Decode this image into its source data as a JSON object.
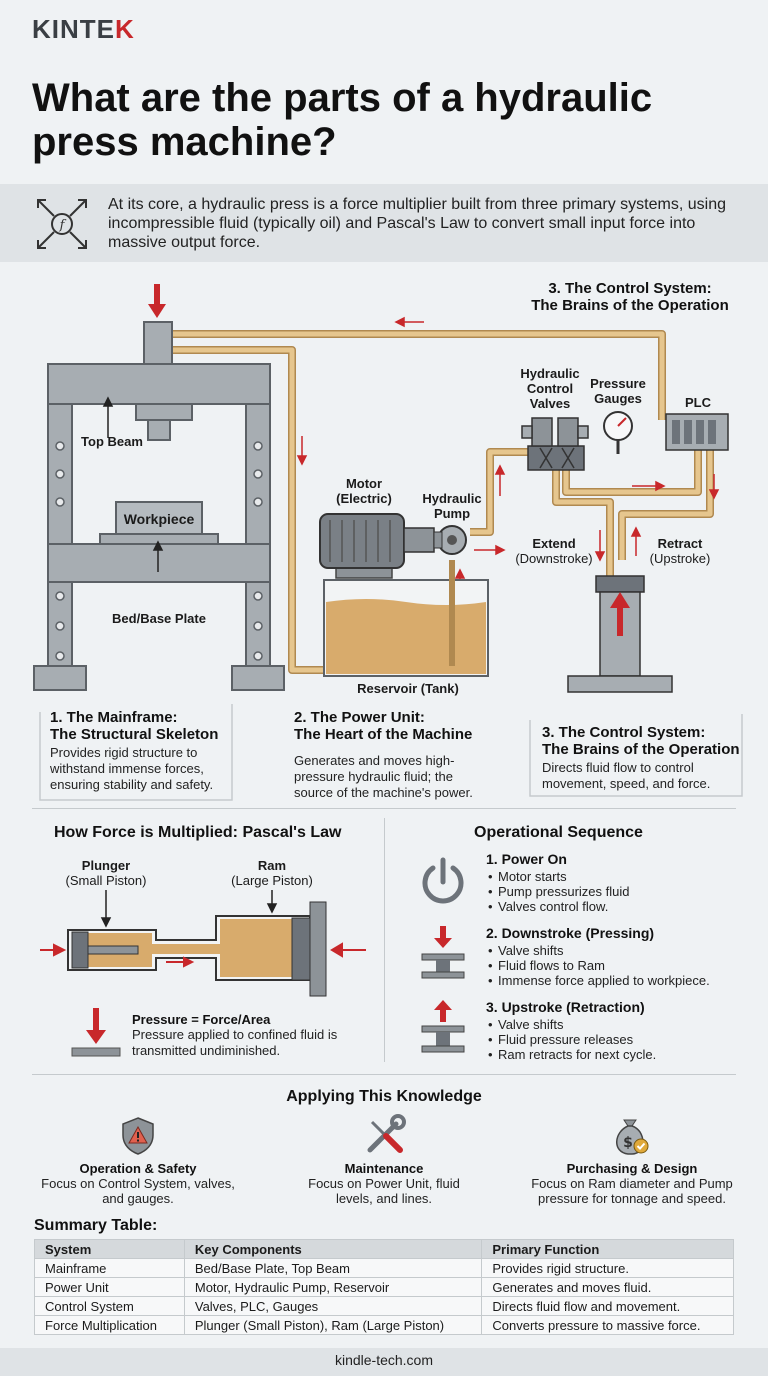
{
  "brand": {
    "logo_main": "KINTE",
    "logo_accent": "K"
  },
  "headline": "What are the parts of a hydraulic press machine?",
  "intro": "At its core, a hydraulic press is a force multiplier built from three primary systems, using incompressible fluid (typically oil) and Pascal's Law to convert small input force into massive output force.",
  "diagram": {
    "top_beam": "Top Beam",
    "workpiece": "Workpiece",
    "bed_base_plate": "Bed/Base Plate",
    "motor": "Motor (Electric)",
    "hydraulic_pump": "Hydraulic Pump",
    "reservoir": "Reservoir (Tank)",
    "hydraulic_control_valves": "Hydraulic Control Valves",
    "pressure_gauges": "Pressure Gauges",
    "plc": "PLC",
    "extend": "Extend",
    "extend_sub": "(Downstroke)",
    "retract": "Retract",
    "retract_sub": "(Upstroke)",
    "control_heading_line1": "3. The Control System:",
    "control_heading_line2": "The Brains of the Operation"
  },
  "sections": [
    {
      "title_line1": "1. The Mainframe:",
      "title_line2": "The Structural Skeleton",
      "desc": "Provides rigid structure to withstand immense forces, ensuring stability and safety."
    },
    {
      "title_line1": "2. The Power Unit:",
      "title_line2": "The Heart of the Machine",
      "desc": "Generates and moves high-pressure hydraulic fluid; the source of the machine's power."
    },
    {
      "title_line1": "3. The Control System:",
      "title_line2": "The Brains of the Operation",
      "desc": "Directs fluid flow to control movement, speed, and force."
    }
  ],
  "pascal": {
    "title": "How Force is Multiplied: Pascal's Law",
    "plunger": "Plunger",
    "plunger_sub": "(Small Piston)",
    "ram": "Ram",
    "ram_sub": "(Large Piston)",
    "formula": "Pressure = Force/Area",
    "formula_desc": "Pressure applied to confined fluid is transmitted undiminished."
  },
  "sequence": {
    "title": "Operational Sequence",
    "steps": [
      {
        "title": "1. Power On",
        "items": [
          "Motor starts",
          "Pump pressurizes fluid",
          "Valves control flow."
        ]
      },
      {
        "title": "2. Downstroke (Pressing)",
        "items": [
          "Valve shifts",
          "Fluid flows to Ram",
          "Immense force applied to workpiece."
        ]
      },
      {
        "title": "3. Upstroke (Retraction)",
        "items": [
          "Valve shifts",
          "Fluid pressure releases",
          "Ram retracts for next cycle."
        ]
      }
    ]
  },
  "applying": {
    "title": "Applying This Knowledge",
    "items": [
      {
        "title": "Operation & Safety",
        "desc": "Focus on Control System, valves, and gauges.",
        "icon": "shield-warning-icon"
      },
      {
        "title": "Maintenance",
        "desc": "Focus on Power Unit, fluid levels, and lines.",
        "icon": "wrench-screwdriver-icon"
      },
      {
        "title": "Purchasing & Design",
        "desc": "Focus on Ram diameter and Pump pressure for tonnage and speed.",
        "icon": "money-bag-icon"
      }
    ]
  },
  "summary": {
    "title": "Summary Table:",
    "headers": [
      "System",
      "Key Components",
      "Primary Function"
    ],
    "rows": [
      [
        "Mainframe",
        "Bed/Base Plate, Top Beam",
        "Provides rigid structure."
      ],
      [
        "Power Unit",
        "Motor, Hydraulic Pump, Reservoir",
        "Generates and moves fluid."
      ],
      [
        "Control System",
        "Valves, PLC, Gauges",
        "Directs fluid flow and movement."
      ],
      [
        "Force Multiplication",
        "Plunger (Small Piston), Ram (Large Piston)",
        "Converts pressure to massive force."
      ]
    ]
  },
  "footer": "kindle-tech.com",
  "colors": {
    "accent_red": "#c8282b",
    "pipe_tan": "#d9b47a",
    "oil": "#d8ab6c",
    "steel": "#8d9398"
  }
}
